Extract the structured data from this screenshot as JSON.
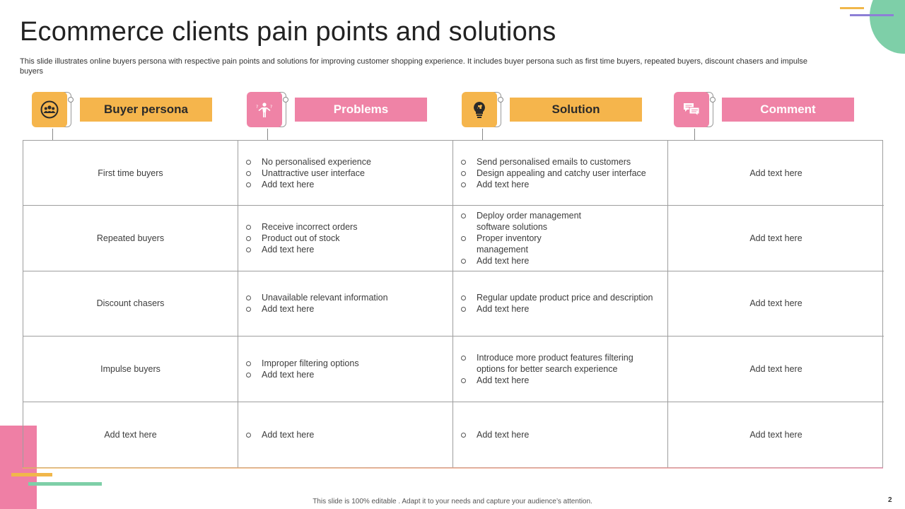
{
  "slide": {
    "title": "Ecommerce clients pain points and solutions",
    "subtitle": "This slide illustrates online buyers persona with respective pain points and solutions for improving customer shopping experience. It includes buyer persona such as first time buyers, repeated buyers, discount chasers and impulse buyers",
    "footer": "This slide is 100% editable . Adapt it to your needs and capture your audience’s attention.",
    "page_number": "2"
  },
  "colors": {
    "yellow": "#f5b54c",
    "pink": "#ef83a6",
    "green": "#7ecfa8",
    "purple": "#8d7fd6"
  },
  "headers": [
    {
      "label": "Buyer persona",
      "icon": "people-group-icon",
      "color": "yellow"
    },
    {
      "label": "Problems",
      "icon": "person-question-icon",
      "color": "pink"
    },
    {
      "label": "Solution",
      "icon": "lightbulb-puzzle-icon",
      "color": "yellow"
    },
    {
      "label": "Comment",
      "icon": "chat-bubbles-icon",
      "color": "pink"
    }
  ],
  "rows": [
    {
      "persona": "First time buyers",
      "problems": [
        "No personalised experience",
        "Unattractive user interface",
        "Add text here"
      ],
      "solutions": [
        "Send personalised emails to customers",
        "Design appealing and catchy user interface",
        "Add text here"
      ],
      "comment": "Add text here"
    },
    {
      "persona": "Repeated buyers",
      "problems": [
        "Receive incorrect orders",
        "Product out of stock",
        "Add text here"
      ],
      "solutions": [
        "Deploy order management software solutions",
        "Proper inventory management",
        "Add text here"
      ],
      "comment": "Add text here"
    },
    {
      "persona": "Discount chasers",
      "problems": [
        "Unavailable relevant information",
        "Add text here"
      ],
      "solutions": [
        "Regular update product price and description",
        "Add text here"
      ],
      "comment": "Add text here"
    },
    {
      "persona": "Impulse buyers",
      "problems": [
        "Improper filtering options",
        "Add text here"
      ],
      "solutions": [
        "Introduce more product features filtering options for better search experience",
        "Add text here"
      ],
      "comment": "Add text here"
    },
    {
      "persona": "Add text here",
      "problems": [
        "Add text here"
      ],
      "solutions": [
        "Add text here"
      ],
      "comment": "Add text here"
    }
  ]
}
